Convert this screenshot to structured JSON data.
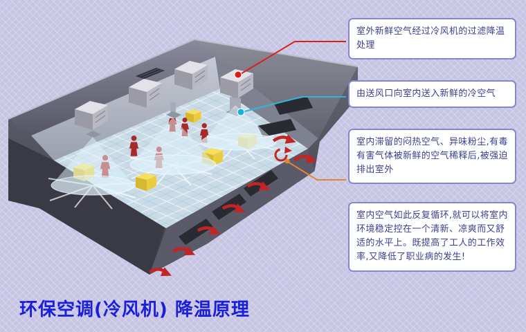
{
  "title": "环保空调(冷风机) 降温原理",
  "callouts": [
    {
      "id": 1,
      "text": "室外新鲜空气经过冷风机的过滤降温处理",
      "marker_color": "#e01818"
    },
    {
      "id": 2,
      "text": "由送风口向室内送入新鲜的冷空气",
      "marker_color": "#19b2d8"
    },
    {
      "id": 3,
      "text": "室内滞留的闷热空气、异味粉尘,有毒有害气体被新鲜的空气稀释后,被强迫排出室外",
      "marker_color": "#e08830"
    },
    {
      "id": 4,
      "text": "室内空气如此反复循环,就可以将室内环境稳定控在一个清新、凉爽而又舒适的水平上。既提高了工人的工作效率,又降低了职业病的发生!"
    }
  ],
  "colors": {
    "background": "#c7c5e3",
    "callout_border": "#8486d2",
    "callout_text": "#3c3f8f",
    "title_text": "#1b1edb",
    "connector_red": "#d42222",
    "connector_cyan": "#2fb6da",
    "connector_orange": "#e08830",
    "exhaust_arrows": "#c32424",
    "worker_figures": "#a82a2a"
  },
  "markers": {
    "fresh_air_intake": "red-dot",
    "cool_air_supply": "cyan-dot",
    "exhaust_outlet": "orange-swirl"
  }
}
